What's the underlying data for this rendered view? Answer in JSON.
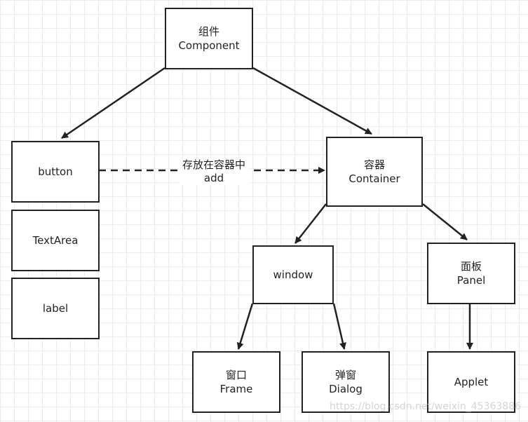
{
  "diagram": {
    "nodes": {
      "component": {
        "line1": "组件",
        "line2": "Component"
      },
      "container": {
        "line1": "容器",
        "line2": "Container"
      },
      "button": {
        "line1": "button"
      },
      "textarea": {
        "line1": "TextArea"
      },
      "label": {
        "line1": "label"
      },
      "window": {
        "line1": "window"
      },
      "panel": {
        "line1": "面板",
        "line2": "Panel"
      },
      "frame": {
        "line1": "窗口",
        "line2": "Frame"
      },
      "dialog": {
        "line1": "弹窗",
        "line2": "Dialog"
      },
      "applet": {
        "line1": "Applet"
      }
    },
    "edges": [
      {
        "from": "component",
        "to": "button",
        "style": "solid"
      },
      {
        "from": "component",
        "to": "container",
        "style": "solid"
      },
      {
        "from": "button",
        "to": "container",
        "style": "dashed",
        "label_line1": "存放在容器中",
        "label_line2": "add"
      },
      {
        "from": "container",
        "to": "window",
        "style": "solid"
      },
      {
        "from": "container",
        "to": "panel",
        "style": "solid"
      },
      {
        "from": "window",
        "to": "frame",
        "style": "solid"
      },
      {
        "from": "window",
        "to": "dialog",
        "style": "solid"
      },
      {
        "from": "panel",
        "to": "applet",
        "style": "solid"
      }
    ]
  },
  "watermark": {
    "text": "https://blog.csdn.net/weixin_45363886"
  },
  "colors": {
    "stroke": "#222222",
    "grid": "#ececec",
    "background": "#ffffff"
  }
}
